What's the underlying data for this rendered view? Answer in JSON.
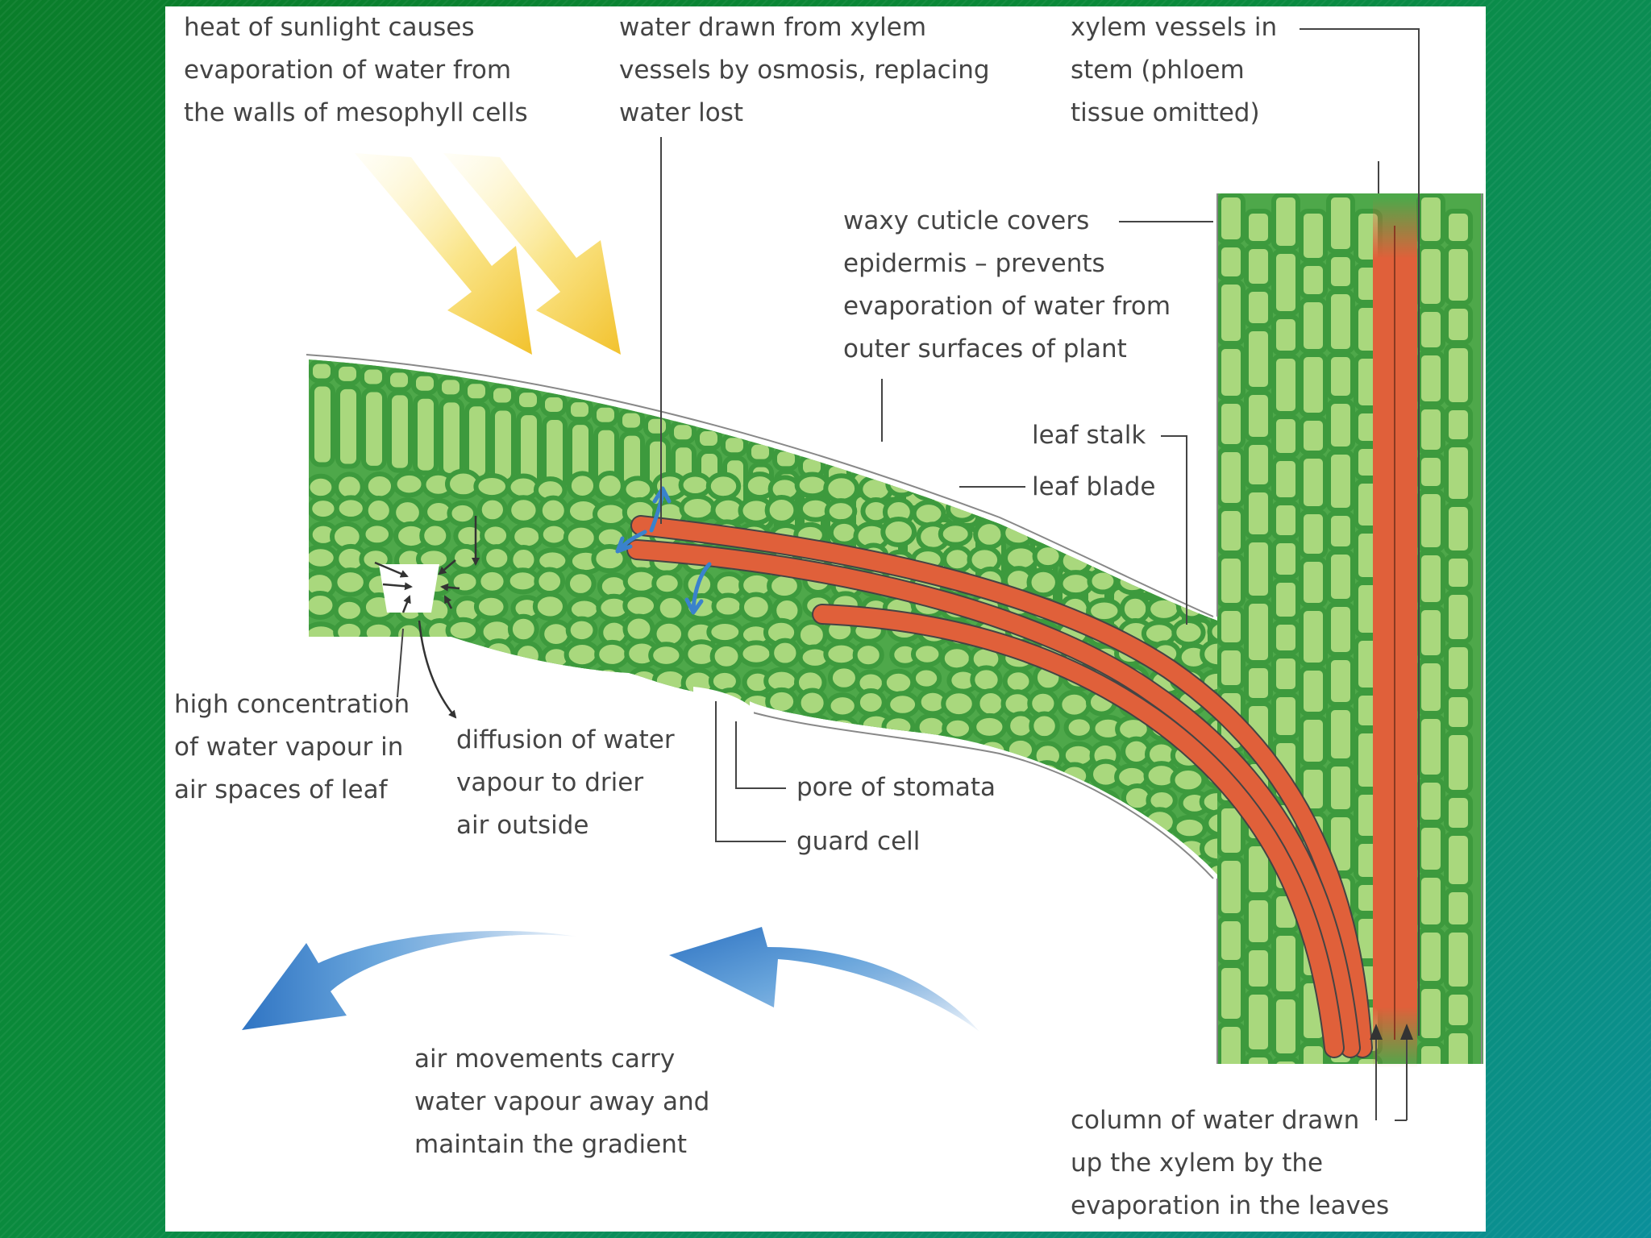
{
  "labels": {
    "sunlight_heat": [
      "heat of sunlight causes",
      "evaporation of water from",
      "the walls of mesophyll cells"
    ],
    "water_drawn_from_xylem": [
      "water drawn from xylem",
      "vessels by osmosis, replacing",
      "water lost"
    ],
    "xylem_vessels_in_stem": [
      "xylem vessels in",
      "stem (phloem",
      "tissue omitted)"
    ],
    "waxy_cuticle": [
      "waxy cuticle covers",
      "epidermis – prevents",
      "evaporation of water from",
      "outer surfaces of plant"
    ],
    "leaf_stalk": [
      "leaf stalk"
    ],
    "leaf_blade": [
      "leaf blade"
    ],
    "high_concentration": [
      "high concentration",
      "of water vapour in",
      "air spaces of leaf"
    ],
    "diffusion_of_water_vapour": [
      "diffusion of water",
      "vapour to drier",
      "air outside"
    ],
    "pore_of_stomata": [
      "pore of stomata"
    ],
    "guard_cell": [
      "guard cell"
    ],
    "air_movements": [
      "air movements carry",
      "water vapour away and",
      "maintain the gradient"
    ],
    "column_of_water": [
      "column of water drawn",
      "up the xylem by the",
      "evaporation in the leaves"
    ]
  },
  "colors": {
    "cell_fill": "#a9d87d",
    "cell_wall": "#3d9a3d",
    "xylem": "#e0603a",
    "sunlight_arrow": "#f5d24a",
    "air_arrow": "#3a82cc",
    "leader_line": "#444444"
  }
}
